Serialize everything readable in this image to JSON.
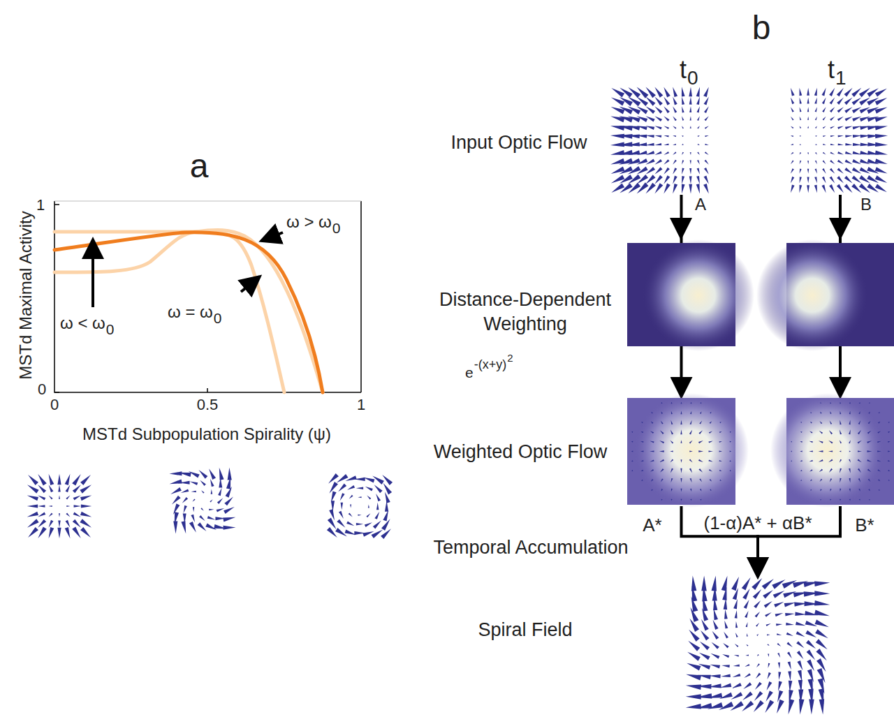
{
  "diagram": {
    "nodes": [
      {
        "text": [
          "t",
          "0",
          "A"
        ]
      },
      {
        "text": [
          "t",
          "1",
          "B"
        ]
      },
      {
        "text": [
          "A*"
        ]
      },
      {
        "text": [
          "B*"
        ]
      },
      {
        "text": [
          "Spiral Field"
        ]
      }
    ],
    "edges": [
      {
        "from": 0,
        "to": 2,
        "arrow": "to"
      },
      {
        "from": 1,
        "to": 3,
        "arrow": "to"
      },
      {
        "from": 2,
        "to": 4,
        "arrow": "to",
        "label": "(1-α)A* + αB*"
      },
      {
        "from": 3,
        "to": 4,
        "arrow": "to"
      }
    ],
    "labels": [
      "a",
      "1",
      "0",
      "0",
      "0.5",
      "1",
      "MSTd Maximal Activity",
      "MSTd Subpopulation Spirality (ψ)",
      "ω > ω",
      "0",
      "ω = ω",
      "0",
      "ω < ω",
      "0",
      "b",
      "Input Optic Flow",
      "Distance-Dependent Weighting",
      "e",
      "-(x+y)",
      "2",
      "Weighted Optic Flow",
      "Temporal Accumulation"
    ]
  }
}
